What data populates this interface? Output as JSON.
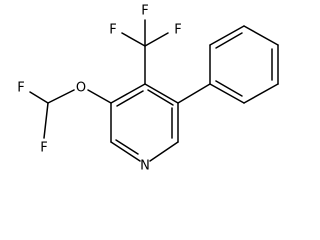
{
  "structure": {
    "atoms": {
      "f_top_left": "F",
      "f_top_right": "F",
      "f_top_middle": "F",
      "f_left_upper": "F",
      "f_left_lower": "F",
      "oxygen": "O",
      "nitrogen": "N"
    },
    "colors": {
      "bond": "#000000",
      "label": "#000000",
      "background": "#ffffff"
    }
  }
}
